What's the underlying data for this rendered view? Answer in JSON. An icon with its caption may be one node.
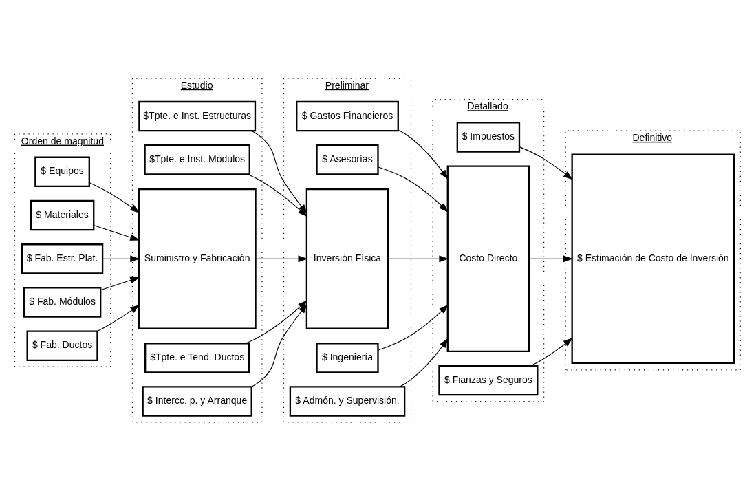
{
  "diagram": {
    "nodes": [
      {
        "text": [
          "Orden de magnitud"
        ]
      },
      {
        "text": [
          "$ Equipos"
        ],
        "in": 0
      },
      {
        "text": [
          "$ Materiales"
        ],
        "in": 0
      },
      {
        "text": [
          "$ Fab. Estr. Plat."
        ],
        "in": 0
      },
      {
        "text": [
          "$ Fab. Módulos"
        ],
        "in": 0
      },
      {
        "text": [
          "$ Fab. Ductos"
        ],
        "in": 0
      },
      {
        "text": [
          "Estudio"
        ]
      },
      {
        "text": [
          "$Tpte. e Inst. Estructuras"
        ],
        "in": 6
      },
      {
        "text": [
          "$Tpte. e Inst. Módulos"
        ],
        "in": 6
      },
      {
        "text": [
          "Suministro y Fabricación"
        ],
        "in": 6
      },
      {
        "text": [
          "$Tpte. e Tend. Ductos"
        ],
        "in": 6
      },
      {
        "text": [
          "$ Intercc. p. y Arranque"
        ],
        "in": 6
      },
      {
        "text": [
          "Preliminar"
        ]
      },
      {
        "text": [
          "$ Gastos Financieros"
        ],
        "in": 12
      },
      {
        "text": [
          "$ Asesorías"
        ],
        "in": 12
      },
      {
        "text": [
          "Inversión Física"
        ],
        "in": 12
      },
      {
        "text": [
          "$ Ingeniería"
        ],
        "in": 12
      },
      {
        "text": [
          "$ Admón. y Supervisión."
        ],
        "in": 12
      },
      {
        "text": [
          "Detallado"
        ]
      },
      {
        "text": [
          "$ Impuestos"
        ],
        "in": 18
      },
      {
        "text": [
          "Costo Directo"
        ],
        "in": 18
      },
      {
        "text": [
          "$ Fianzas y Seguros"
        ],
        "in": 18
      },
      {
        "text": [
          "Definitivo"
        ]
      },
      {
        "text": [
          "$ Estimación de Costo de Inversión"
        ],
        "in": 22
      }
    ],
    "edges": [
      {
        "from": 1,
        "to": 9,
        "arrow": "to"
      },
      {
        "from": 2,
        "to": 9,
        "arrow": "to"
      },
      {
        "from": 3,
        "to": 9,
        "arrow": "to"
      },
      {
        "from": 4,
        "to": 9,
        "arrow": "to"
      },
      {
        "from": 5,
        "to": 9,
        "arrow": "to"
      },
      {
        "from": 7,
        "to": 15,
        "arrow": "to"
      },
      {
        "from": 8,
        "to": 15,
        "arrow": "to"
      },
      {
        "from": 9,
        "to": 15,
        "arrow": "to"
      },
      {
        "from": 10,
        "to": 15,
        "arrow": "to"
      },
      {
        "from": 11,
        "to": 15,
        "arrow": "to"
      },
      {
        "from": 13,
        "to": 20,
        "arrow": "to"
      },
      {
        "from": 14,
        "to": 20,
        "arrow": "to"
      },
      {
        "from": 15,
        "to": 20,
        "arrow": "to"
      },
      {
        "from": 16,
        "to": 20,
        "arrow": "to"
      },
      {
        "from": 17,
        "to": 20,
        "arrow": "to"
      },
      {
        "from": 19,
        "to": 23,
        "arrow": "to"
      },
      {
        "from": 20,
        "to": 23,
        "arrow": "to"
      },
      {
        "from": 21,
        "to": 23,
        "arrow": "to"
      }
    ]
  }
}
